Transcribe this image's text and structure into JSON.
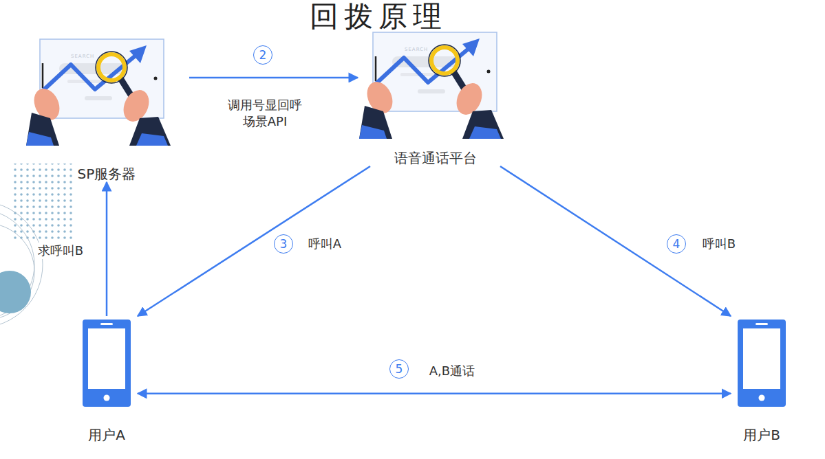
{
  "diagram": {
    "title": "回拨原理",
    "nodes": [
      {
        "text": [
          "SP服务器"
        ]
      },
      {
        "text": [
          "语音通话平台"
        ]
      },
      {
        "text": [
          "用户A"
        ]
      },
      {
        "text": [
          "用户B"
        ]
      }
    ],
    "edges": [
      {
        "from": 2,
        "to": 0,
        "label": "求呼叫B",
        "arrow": "to"
      },
      {
        "from": 0,
        "to": 1,
        "label": "调用号显回呼 场景API",
        "arrow": "to"
      },
      {
        "from": 1,
        "to": 2,
        "label": "呼叫A",
        "arrow": "to"
      },
      {
        "from": 1,
        "to": 3,
        "label": "呼叫B",
        "arrow": "to"
      },
      {
        "from": 2,
        "to": 3,
        "label": "A,B通话",
        "arrow": "both"
      }
    ],
    "labels": [
      "SEARCH",
      "SEARCH",
      "2",
      "3",
      "4",
      "5"
    ]
  }
}
